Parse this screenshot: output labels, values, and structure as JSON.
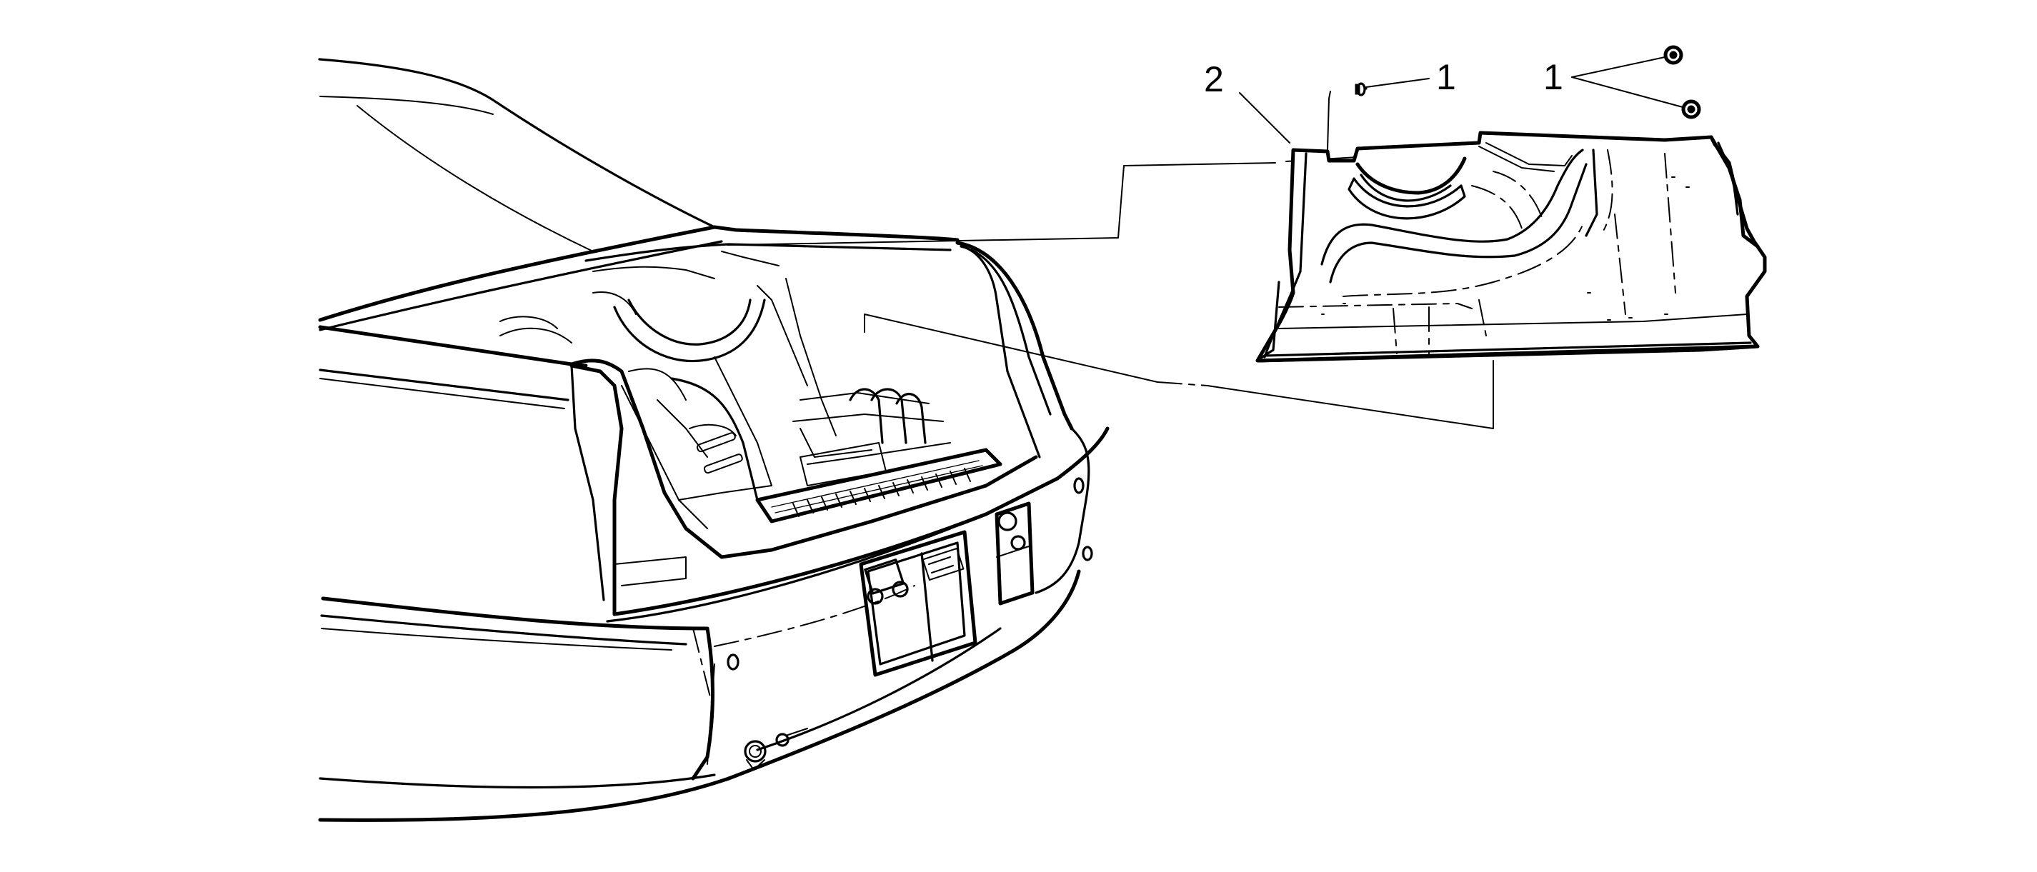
{
  "callouts": {
    "fastener_a": "1",
    "fastener_b": "1",
    "trim_panel": "2"
  },
  "colors": {
    "ink": "#000000",
    "paper": "#ffffff"
  }
}
